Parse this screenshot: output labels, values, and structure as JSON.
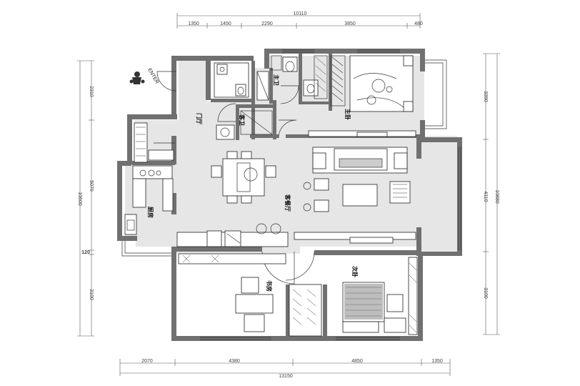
{
  "rooms": {
    "foyer": "门厅",
    "guest_bath": "客卫",
    "master_bath": "主卫",
    "master_bedroom": "主卧",
    "kitchen": "厨房",
    "living_dining": "客餐厅",
    "study": "书房",
    "second_bedroom": "次卧"
  },
  "entrance_label": "ENTER",
  "dimensions": {
    "top_total": "10110",
    "top_segments": [
      "1350",
      "1450",
      "2290",
      "3850",
      "480"
    ],
    "bottom_total": "13150",
    "bottom_segments": [
      "2070",
      "4380",
      "4850",
      "1350"
    ],
    "left_total": "10600",
    "left_segments": [
      "2310",
      "5070",
      "120",
      "3100"
    ],
    "right_total": "10880",
    "right_segments": [
      "3390",
      "4110",
      "3100"
    ]
  }
}
